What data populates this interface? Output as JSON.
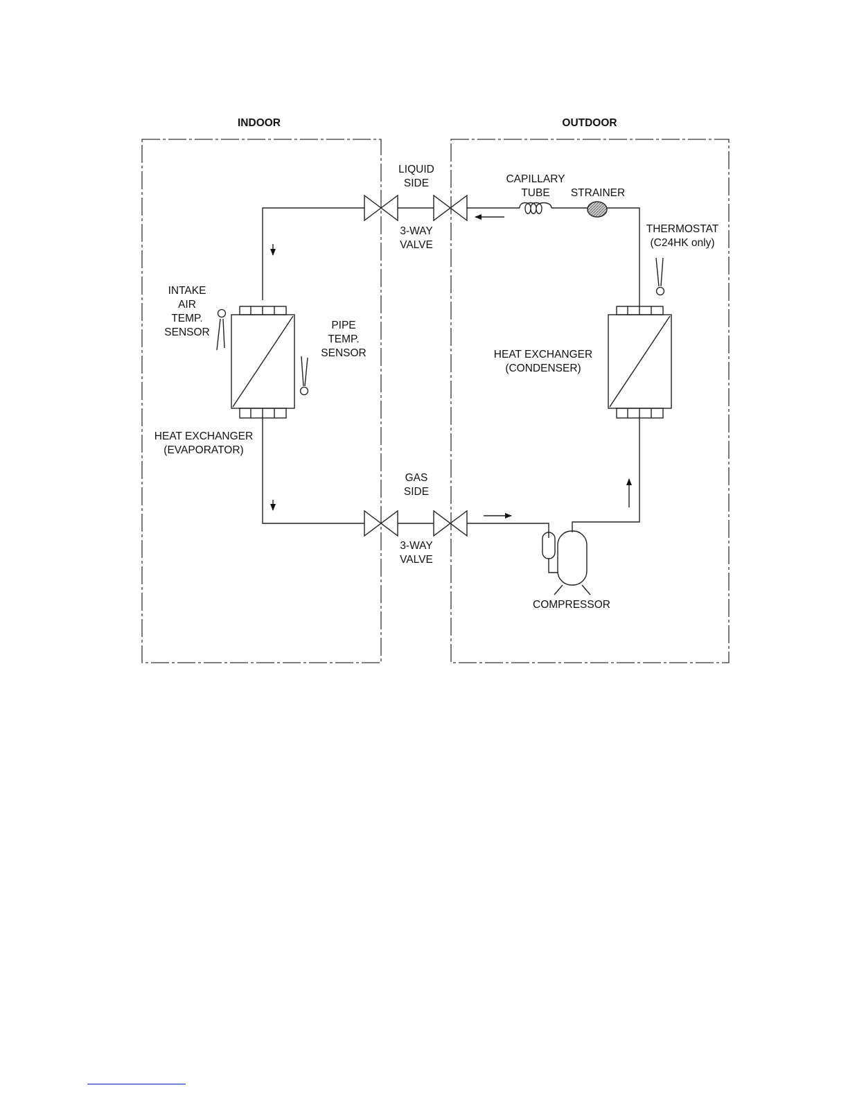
{
  "sections": {
    "indoor": "INDOOR",
    "outdoor": "OUTDOOR"
  },
  "labels": {
    "liquid_side": [
      "LIQUID",
      "SIDE"
    ],
    "valve_top": [
      "3-WAY",
      "VALVE"
    ],
    "capillary_tube": [
      "CAPILLARY",
      "TUBE"
    ],
    "strainer": "STRAINER",
    "thermostat": [
      "THERMOSTAT",
      "(C24HK only)"
    ],
    "intake_sensor": [
      "INTAKE",
      "AIR",
      "TEMP.",
      "SENSOR"
    ],
    "pipe_sensor": [
      "PIPE",
      "TEMP.",
      "SENSOR"
    ],
    "evaporator": [
      "HEAT EXCHANGER",
      "(EVAPORATOR)"
    ],
    "condenser": [
      "HEAT EXCHANGER",
      "(CONDENSER)"
    ],
    "gas_side": [
      "GAS",
      "SIDE"
    ],
    "valve_bottom": [
      "3-WAY",
      "VALVE"
    ],
    "compressor": "COMPRESSOR"
  },
  "colors": {
    "line": "#222222",
    "strainer_fill": "#9a9a9a",
    "footer_rule": "#1f3fbf"
  }
}
